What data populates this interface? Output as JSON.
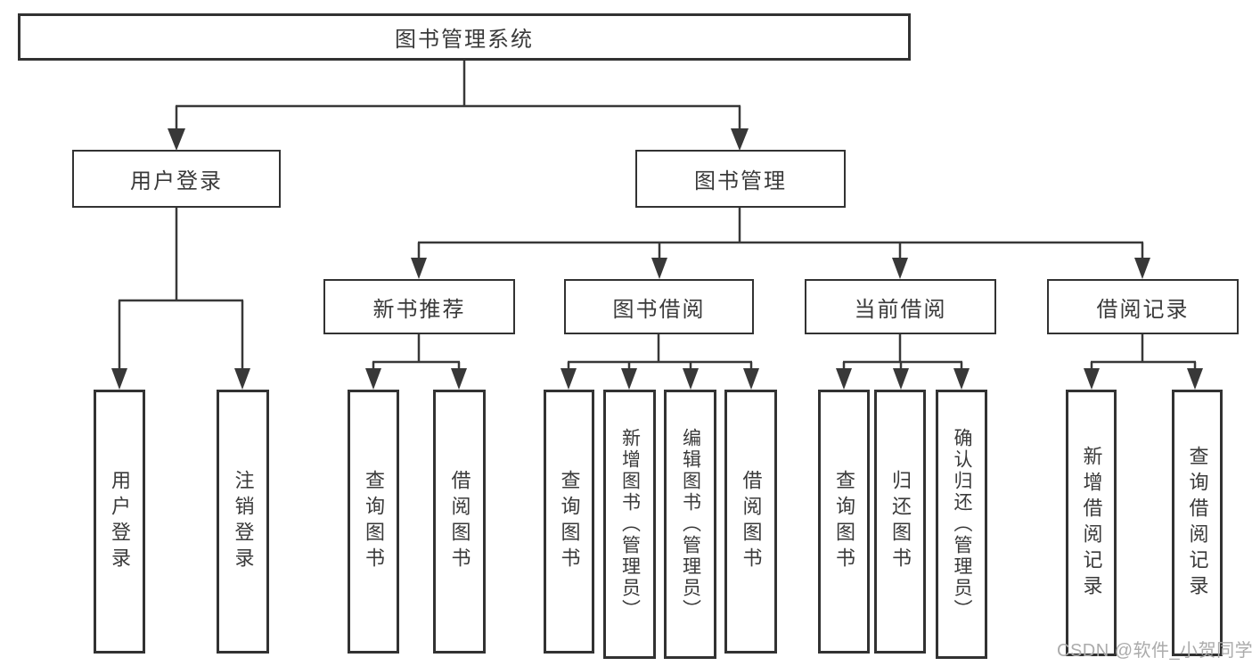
{
  "tree": {
    "root": {
      "label": "图书管理系统"
    },
    "branches": [
      {
        "label": "用户登录",
        "leaves": [
          {
            "label": "用户登录"
          },
          {
            "label": "注销登录"
          }
        ]
      },
      {
        "label": "图书管理",
        "groups": [
          {
            "label": "新书推荐",
            "leaves": [
              {
                "label": "查询图书"
              },
              {
                "label": "借阅图书"
              }
            ]
          },
          {
            "label": "图书借阅",
            "leaves": [
              {
                "label": "查询图书"
              },
              {
                "label": "新增图书（管理员）"
              },
              {
                "label": "编辑图书（管理员）"
              },
              {
                "label": "借阅图书"
              }
            ]
          },
          {
            "label": "当前借阅",
            "leaves": [
              {
                "label": "查询图书"
              },
              {
                "label": "归还图书"
              },
              {
                "label": "确认归还（管理员）"
              }
            ]
          },
          {
            "label": "借阅记录",
            "leaves": [
              {
                "label": "新增借阅记录"
              },
              {
                "label": "查询借阅记录"
              }
            ]
          }
        ]
      }
    ]
  },
  "watermark": {
    "text": "CSDN @软件_小贺同学"
  },
  "colors": {
    "line": "#383838",
    "border": "#323232",
    "text": "#3a3a3a",
    "watermark": "#ababab",
    "background": "#ffffff"
  }
}
